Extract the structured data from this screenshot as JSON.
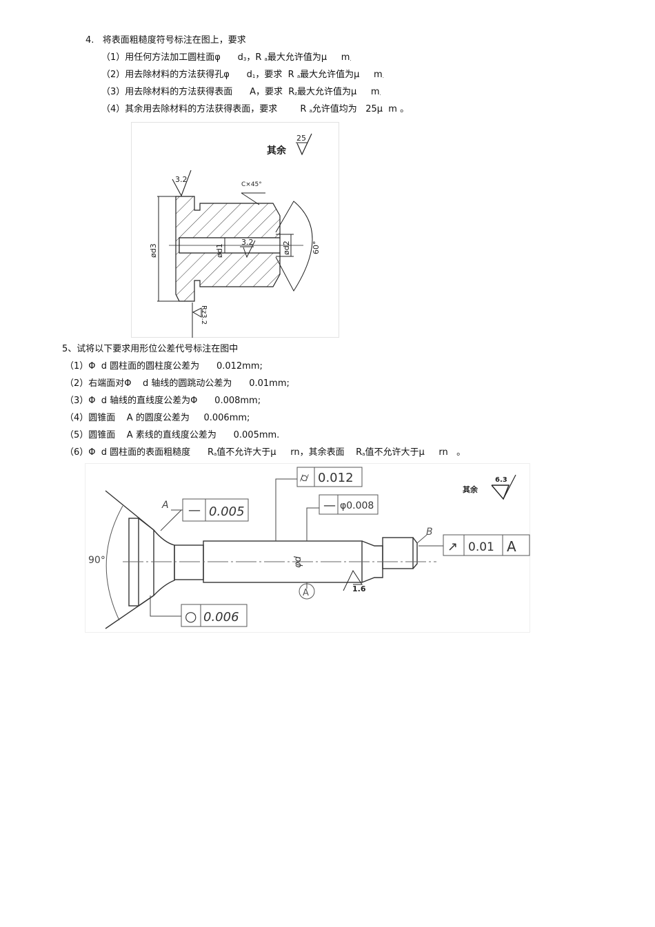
{
  "problem4": {
    "title": "4.   将表面粗糙度符号标注在图上，要求",
    "items": [
      {
        "prefix": "（1）用任何方法加工圆柱面φ      d",
        "sub": "3",
        "suffix": "，R ",
        "sub2": "a",
        "tail": "最大允许值为μ     m",
        "end": "."
      },
      {
        "prefix": "（2）用去除材料的方法获得孔φ      d",
        "sub": "1",
        "suffix": "，要求  R ",
        "sub2": "a",
        "tail": "最大允许值为μ     m",
        "end": "."
      },
      {
        "prefix": "（3）用去除材料的方法获得表面      A，要求  R",
        "sub": "z",
        "suffix": "",
        "sub2": "",
        "tail": "最大允许值为μ     m",
        "end": "."
      },
      {
        "prefix": "（4）其余用去除材料的方法获得表面，要求        R ",
        "sub": "a",
        "suffix": "",
        "sub2": "",
        "tail": "允许值均为   25μ  m 。",
        "end": ""
      }
    ],
    "figure": {
      "rest_label": "其余",
      "rest_value": "25",
      "top_roughness": "3.2",
      "chamfer": "C×45°",
      "bore_roughness": "3.2",
      "dim_d3": "ød3",
      "dim_d1": "ød1",
      "dim_d2": "ød2",
      "angle": "60°",
      "rz_label": "Rz3.2"
    }
  },
  "problem5": {
    "title": "5、试将以下要求用形位公差代号标注在图中",
    "items": [
      "（1）Φ  d 圆柱面的圆柱度公差为      0.012mm;",
      "（2）右端面对Φ    d 轴线的圆跳动公差为      0.01mm;",
      "（3）Φ  d 轴线的直线度公差为Φ      0.008mm;",
      "（4）圆锥面    A 的圆度公差为     0.006mm;",
      "（5）圆锥面    A 素线的直线度公差为      0.005mm.",
      "（6）Φ  d 圆柱面的表面粗糙度      R",
      "值不允许大于μ     rn，其余表面    R",
      "值不允许大于μ     rn   。"
    ],
    "figure": {
      "angle": "90°",
      "label_A": "A",
      "label_B": "B",
      "straightness_cone": {
        "symbol": "—",
        "value": "0.005"
      },
      "roundness_cone": {
        "symbol": "○",
        "value": "0.006"
      },
      "cylindricity": {
        "symbol": "⌭",
        "value": "0.012"
      },
      "axis_straightness": {
        "symbol": "—",
        "value": "φ0.008"
      },
      "runout": {
        "symbol": "↗",
        "value": "0.01",
        "datum": "A"
      },
      "dim_d": "φd",
      "datum_A": "A",
      "roughness_cyl": "1.6",
      "rest_label": "其余",
      "rest_value": "6.3"
    }
  }
}
